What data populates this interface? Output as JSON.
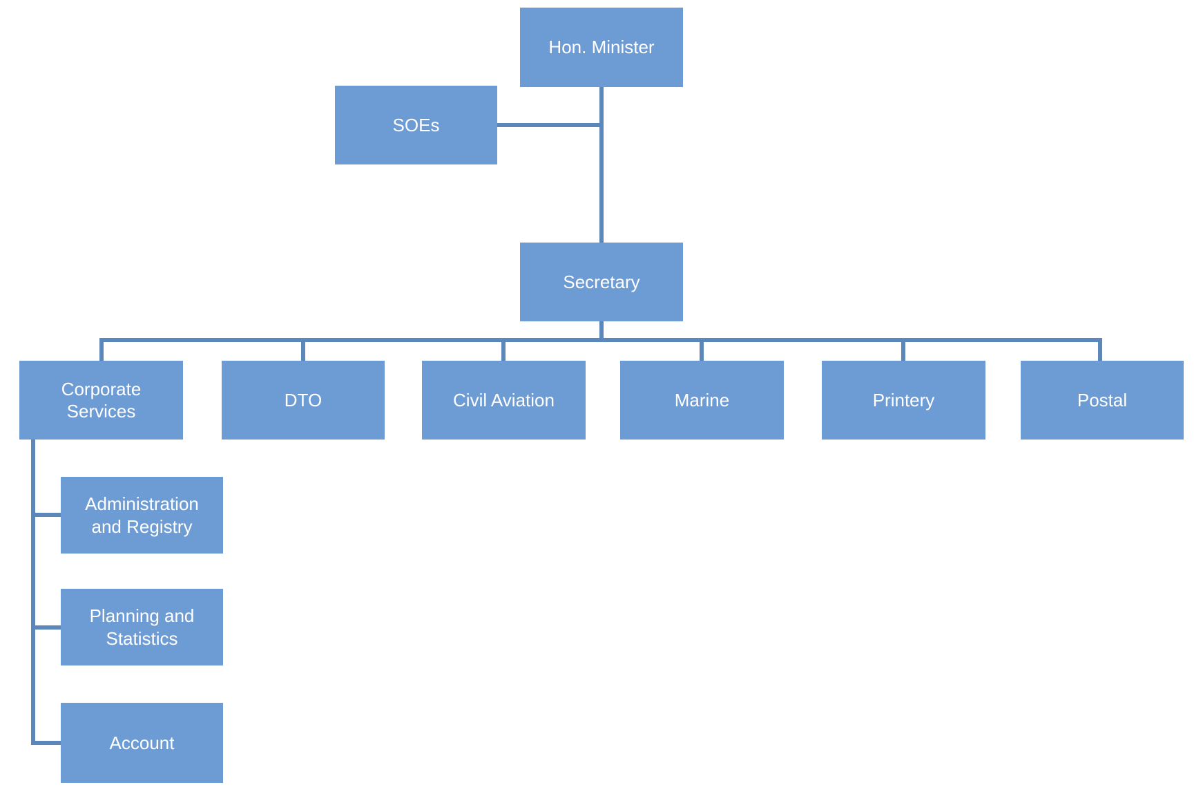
{
  "diagram": {
    "type": "org-chart",
    "nodes": {
      "hon_minister": {
        "label": "Hon. Minister"
      },
      "soes": {
        "label": "SOEs"
      },
      "secretary": {
        "label": "Secretary"
      },
      "corporate_services": {
        "label": "Corporate Services"
      },
      "dto": {
        "label": "DTO"
      },
      "civil_aviation": {
        "label": "Civil Aviation"
      },
      "marine": {
        "label": "Marine"
      },
      "printery": {
        "label": "Printery"
      },
      "postal": {
        "label": "Postal"
      },
      "administration_registry": {
        "label": "Administration and Registry"
      },
      "planning_statistics": {
        "label": "Planning and Statistics"
      },
      "account": {
        "label": "Account"
      }
    },
    "edges": [
      {
        "from": "hon_minister",
        "to": "secretary"
      },
      {
        "from": "hon_minister",
        "to": "soes",
        "style": "side-branch"
      },
      {
        "from": "secretary",
        "to": "corporate_services"
      },
      {
        "from": "secretary",
        "to": "dto"
      },
      {
        "from": "secretary",
        "to": "civil_aviation"
      },
      {
        "from": "secretary",
        "to": "marine"
      },
      {
        "from": "secretary",
        "to": "printery"
      },
      {
        "from": "secretary",
        "to": "postal"
      },
      {
        "from": "corporate_services",
        "to": "administration_registry"
      },
      {
        "from": "corporate_services",
        "to": "planning_statistics"
      },
      {
        "from": "corporate_services",
        "to": "account"
      }
    ],
    "colors": {
      "node-fill": "#6D9BD3",
      "connector": "#5C87BB",
      "node-text": "#FFFFFF"
    }
  }
}
